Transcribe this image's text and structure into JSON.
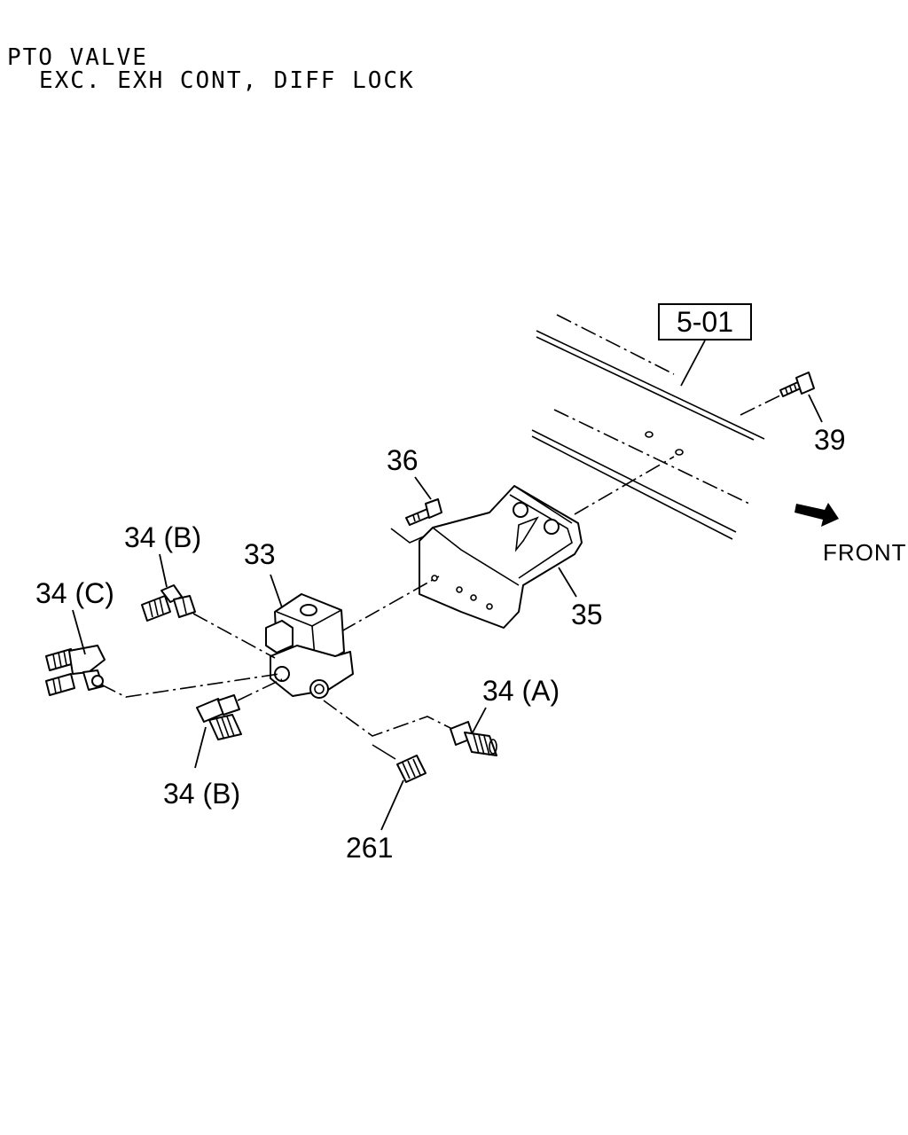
{
  "title": {
    "line1": "PTO VALVE",
    "line2": "EXC. EXH CONT, DIFF LOCK"
  },
  "reference_box": "5-01",
  "direction_label": "FRONT",
  "callouts": {
    "c33": "33",
    "c34a": "34 (A)",
    "c34b_top": "34 (B)",
    "c34b_bottom": "34 (B)",
    "c34c": "34 (C)",
    "c35": "35",
    "c36": "36",
    "c39": "39",
    "c261": "261"
  }
}
